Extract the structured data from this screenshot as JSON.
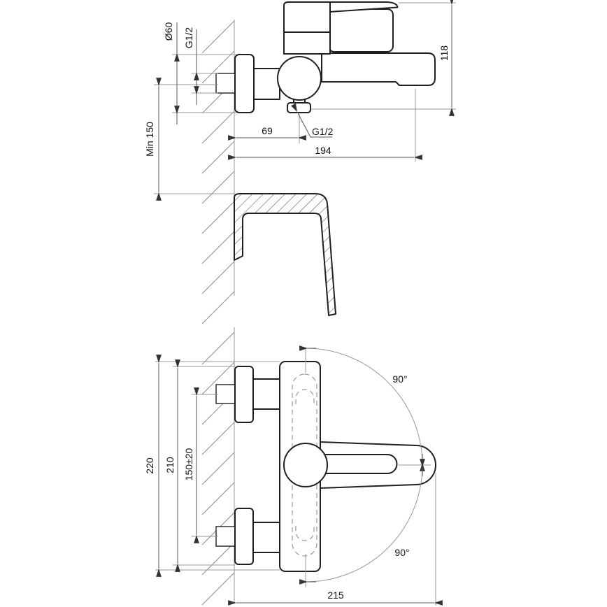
{
  "drawing": {
    "kind": "technical installation drawing, wall-mounted single-lever bath mixer",
    "colors": {
      "ink": "#1f1f1f",
      "thin_lines": "#999999",
      "dimension_lines": "#555555",
      "background": "#ffffff"
    }
  },
  "dims": {
    "escutcheon_diameter": "Ø60",
    "inlet_thread": "G1/2",
    "body_depth": "118",
    "min_mount_height": "Min 150",
    "outlet_offset": "69",
    "shower_outlet_thread": "G1/2",
    "spout_reach": "194",
    "overall_height": "220",
    "escutcheon_span": "210",
    "inlet_spacing": "150±20",
    "handle_swing_upper": "90°",
    "handle_swing_lower": "90°",
    "overall_reach": "215"
  }
}
